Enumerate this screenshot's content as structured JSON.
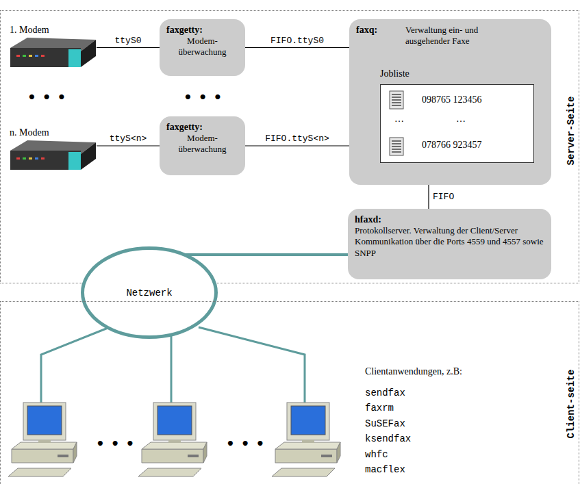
{
  "diagram": {
    "nodes": [
      {
        "text": [
          "Server-Seite"
        ]
      },
      {
        "text": [
          "1. Modem"
        ],
        "in": 0
      },
      {
        "text": [
          "faxgetty:",
          "Modem- überwachung"
        ],
        "in": 0
      },
      {
        "text": [
          "faxq:",
          "Verwaltung ein- und ausgehender Faxe"
        ],
        "in": 0
      },
      {
        "text": [
          "Jobliste",
          "098765 123456",
          "…",
          "…",
          "078766 923457"
        ],
        "in": 3
      },
      {
        "text": [
          "n. Modem"
        ],
        "in": 0
      },
      {
        "text": [
          "faxgetty:",
          "Modem- überwachung"
        ],
        "in": 0
      },
      {
        "text": [
          "hfaxd:",
          "Protokollserver. Verwaltung der Client/Server Kommunikation über die Ports 4559 und 4557 sowie SNPP"
        ],
        "in": 0
      },
      {
        "text": [
          "Netzwerk"
        ]
      },
      {
        "text": [
          "Client-seite"
        ]
      }
    ],
    "edges": [
      {
        "from": 1,
        "to": 2,
        "label": "ttyS0",
        "arrow": "none"
      },
      {
        "from": 2,
        "to": 3,
        "label": "FIFO.ttyS0",
        "arrow": "none"
      },
      {
        "from": 5,
        "to": 6,
        "label": "ttyS<n>",
        "arrow": "none"
      },
      {
        "from": 6,
        "to": 3,
        "label": "FIFO.ttyS<n>",
        "arrow": "none"
      },
      {
        "from": 3,
        "to": 7,
        "label": "FIFO",
        "arrow": "none"
      },
      {
        "from": 7,
        "to": 8,
        "arrow": "none"
      }
    ],
    "labels": [
      "• • •",
      "• • •",
      "Clientanwendungen, z.B:",
      "sendfax",
      "faxrm",
      "SuSEFax",
      "ksendfax",
      "whfc",
      "macflex",
      "• • •",
      "• • •"
    ]
  }
}
